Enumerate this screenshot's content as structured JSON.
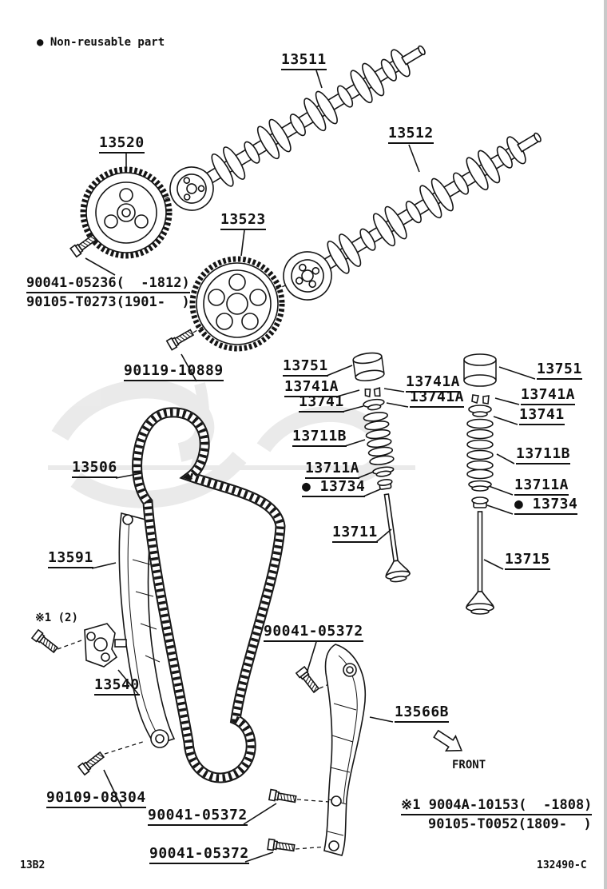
{
  "page": {
    "legend": "● Non-reusable part",
    "front": "FRONT",
    "code_left": "13B2",
    "code_right": "132490-C",
    "note_ref": "※1 (2)",
    "footnote1": "※1 9004A-10153(  -1808)",
    "footnote2": "90105-T0052(1809-  )"
  },
  "parts": {
    "p13511": "13511",
    "p13512": "13512",
    "p13520": "13520",
    "p13523": "13523",
    "p90041_05236": "90041-05236(  -1812)",
    "p90105_T0273": "90105-T0273(1901-  )",
    "p90119_10889": "90119-10889",
    "p13751_c": "13751",
    "p13751_r": "13751",
    "p13741A_cl": "13741A",
    "p13741A_crt": "13741A",
    "p13741A_crb": "13741A",
    "p13741A_r": "13741A",
    "p13741_c": "13741",
    "p13741_r": "13741",
    "p13711B_c": "13711B",
    "p13711B_r": "13711B",
    "p13711A_c": "13711A",
    "p13711A_r": "13711A",
    "p13734_c": "● 13734",
    "p13734_r": "● 13734",
    "p13711": "13711",
    "p13715": "13715",
    "p13506": "13506",
    "p13591": "13591",
    "p13540": "13540",
    "p13566B": "13566B",
    "p90041_05372_a": "90041-05372",
    "p90041_05372_b": "90041-05372",
    "p90041_05372_c": "90041-05372",
    "p90109_08304": "90109-08304"
  }
}
